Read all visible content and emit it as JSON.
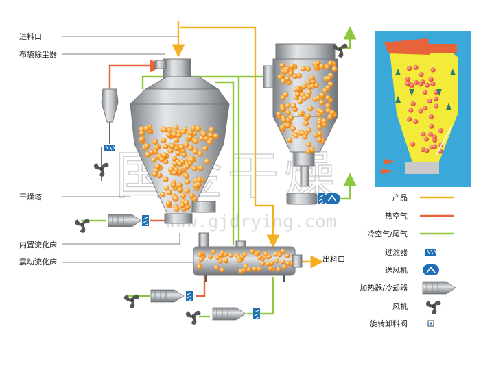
{
  "labels": {
    "feed_inlet": "进料口",
    "bag_filter": "布袋除尘器",
    "dryer_tower": "干燥塔",
    "internal_fluid_bed": "内置流化床",
    "vibrating_fluid_bed": "震动流化床",
    "discharge_outlet": "出料口"
  },
  "legend": [
    {
      "key": "product",
      "label": "产品",
      "color": "#f5b021",
      "icon": "line"
    },
    {
      "key": "hot_air",
      "label": "热空气",
      "color": "#e8623a",
      "icon": "line"
    },
    {
      "key": "cold_air",
      "label": "冷空气/尾气",
      "color": "#8dc63f",
      "icon": "line"
    },
    {
      "key": "filter",
      "label": "过滤器",
      "color": "#1f6fb5",
      "icon": "filter-icon"
    },
    {
      "key": "blower",
      "label": "送风机",
      "color": "#1f6fb5",
      "icon": "blower-icon"
    },
    {
      "key": "heater",
      "label": "加热器/冷却器",
      "color": "#9a9a9a",
      "icon": "heater-icon"
    },
    {
      "key": "fan",
      "label": "风机",
      "color": "#3a3a3a",
      "icon": "fan-icon"
    },
    {
      "key": "rotary_valve",
      "label": "旋转卸料阀",
      "color": "#3a3a3a",
      "icon": "rotary-valve-icon"
    }
  ],
  "watermark": {
    "text": "国金干燥",
    "url": "www.gjdrying.com"
  },
  "colors": {
    "product": "#f5b021",
    "hot": "#e8623a",
    "cold": "#8dc63f",
    "steel": "#9aa0a6",
    "inset_bg": "#3aa9d9",
    "inset_fill": "#f3ea3a"
  }
}
